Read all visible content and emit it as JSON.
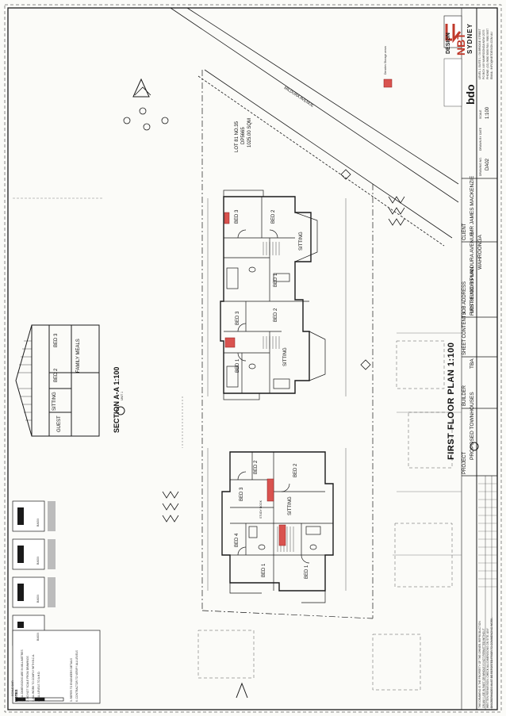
{
  "sheet": {
    "title": "FIRST FLOOR PLAN 1:100",
    "section_title": "SECTION A-A 1:100",
    "section_unit": "UNIT 1",
    "street": "MILDURA AVENUE",
    "lot_label": "LOT 81 NO.35",
    "dp_label": "DP5665",
    "dp_area": "1025.00 SQM",
    "legend_text": "Denotes Storage areas",
    "scale_bar_title": "SCALE BAR"
  },
  "rooms": {
    "north_unit": [
      "BED 3",
      "BED 2",
      "SITTING",
      "BED 1",
      "BED 3",
      "BED 2",
      "BED 1",
      "SITTING"
    ],
    "south_unit": [
      "BED 2",
      "BED 3",
      "BED 2",
      "STUDY NOOK",
      "SITTING",
      "BED 4",
      "BED 1",
      "BED 1"
    ],
    "section": [
      "BED 3",
      "BED 2",
      "SITTING",
      "GUEST",
      "FAMILY MEALS"
    ]
  },
  "title_block": {
    "project_label": "PROJECT",
    "project": "PROPOSED TOWNHOUSES",
    "builder_label": "BUILDER",
    "builder": "TBA",
    "sheet_contents_label": "SHEET CONTENTS",
    "sheet_contents": "FIRST FLOOR PLAN",
    "job_address_label": "JOB ADDRESS",
    "job_address": "LOT 81 NO. 35 MILDURA AVENUE",
    "suburb": "WAHROONGA",
    "client_label": "CLIENT",
    "client": "MR JAMES MACKENZIE",
    "drawn_label": "DRAWN BY",
    "date_label": "DATE",
    "scale_label": "SCALE",
    "scale": "1:100",
    "drawing_label": "DRAWING NO.",
    "drawing": "DA02"
  },
  "designer": {
    "brand_top": "DESIGN",
    "brand_letters": "NBT",
    "brand_city": "SYDNEY",
    "bdo_logo": "bdo",
    "address_lines": [
      "LEVEL 1 SUITE 1 / 34 BRIDGE STREET",
      "PO BOX 449 WAHROONGA NSW 2076",
      "PHONE: (02) 9680 5656 FAX: 9680 5657",
      "EMAIL: INFO@NBTDESIGN.COM.AU"
    ]
  },
  "copyright_note": [
    "THIS DRAWING IS THE PROPERTY OF THE OWNER. REPRODUCTION",
    "OR ANY USE IN PART OR WHOLE IS NOT PERMITTED WITHOUT",
    "WRITTEN PERMISSION. CHECK ALL DIMENSIONS ON SITE. ANY",
    "DISCREPANCIES MUST BE REPORTED PRIOR TO COMMENCING WORK."
  ],
  "notes_heading": "NOTES",
  "notes": [
    "1. ALL DIMENSIONS ARE IN MILLIMETRES",
    "2. DO NOT SCALE FROM DRAWINGS",
    "3. ALL WORK TO COMPLY WITH B.C.A.",
    "4. ALL LEVELS TO A.H.D.",
    "5. REFER TO ENGINEERS DETAILS",
    "6. CONTRACTOR TO VERIFY ALL LEVELS"
  ],
  "certificates": [
    "BASIX",
    "BASIX",
    "BASIX",
    "BASIX"
  ],
  "colors": {
    "ink": "#1a1a1a",
    "storage_red": "#d9534f",
    "paper": "#fbfbf8",
    "brand_red": "#c0392b"
  }
}
